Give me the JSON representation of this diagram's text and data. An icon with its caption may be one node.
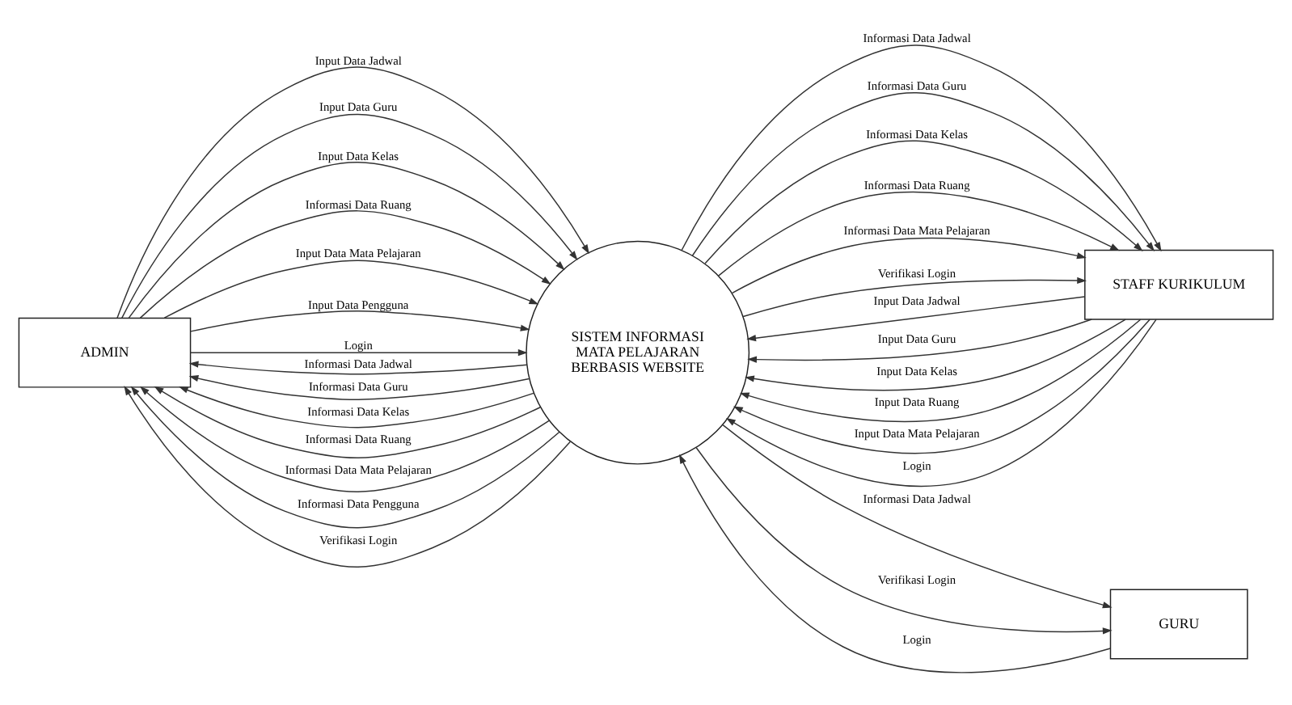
{
  "diagram": {
    "nodes": [
      {
        "text": [
          "ADMIN"
        ]
      },
      {
        "text": [
          "SISTEM INFORMASI MATA PELAJARAN BERBASIS WEBSITE"
        ]
      },
      {
        "text": [
          "STAFF KURIKULUM"
        ]
      },
      {
        "text": [
          "GURU"
        ]
      }
    ],
    "edges": [
      {
        "from": 0,
        "to": 1,
        "arrow": "to",
        "label": "Input Data Jadwal"
      },
      {
        "from": 0,
        "to": 1,
        "arrow": "to",
        "label": "Input Data Guru"
      },
      {
        "from": 0,
        "to": 1,
        "arrow": "to",
        "label": "Input Data Kelas"
      },
      {
        "from": 0,
        "to": 1,
        "arrow": "to",
        "label": "Informasi Data Ruang"
      },
      {
        "from": 0,
        "to": 1,
        "arrow": "to",
        "label": "Input Data Mata Pelajaran"
      },
      {
        "from": 0,
        "to": 1,
        "arrow": "to",
        "label": "Input Data Pengguna"
      },
      {
        "from": 0,
        "to": 1,
        "arrow": "to",
        "label": "Login"
      },
      {
        "from": 1,
        "to": 0,
        "arrow": "to",
        "label": "Informasi Data Jadwal"
      },
      {
        "from": 1,
        "to": 0,
        "arrow": "to",
        "label": "Informasi Data Guru"
      },
      {
        "from": 1,
        "to": 0,
        "arrow": "to",
        "label": "Informasi Data Kelas"
      },
      {
        "from": 1,
        "to": 0,
        "arrow": "to",
        "label": "Informasi Data Ruang"
      },
      {
        "from": 1,
        "to": 0,
        "arrow": "to",
        "label": "Informasi Data Mata Pelajaran"
      },
      {
        "from": 1,
        "to": 0,
        "arrow": "to",
        "label": "Informasi Data Pengguna"
      },
      {
        "from": 1,
        "to": 0,
        "arrow": "to",
        "label": "Verifikasi Login"
      },
      {
        "from": 1,
        "to": 2,
        "arrow": "to",
        "label": "Informasi Data Jadwal"
      },
      {
        "from": 1,
        "to": 2,
        "arrow": "to",
        "label": "Informasi Data Guru"
      },
      {
        "from": 1,
        "to": 2,
        "arrow": "to",
        "label": "Informasi Data Kelas"
      },
      {
        "from": 1,
        "to": 2,
        "arrow": "to",
        "label": "Informasi Data Ruang"
      },
      {
        "from": 1,
        "to": 2,
        "arrow": "to",
        "label": "Informasi Data Mata Pelajaran"
      },
      {
        "from": 1,
        "to": 2,
        "arrow": "to",
        "label": "Verifikasi Login"
      },
      {
        "from": 2,
        "to": 1,
        "arrow": "to",
        "label": "Input Data Jadwal"
      },
      {
        "from": 2,
        "to": 1,
        "arrow": "to",
        "label": "Input Data Guru"
      },
      {
        "from": 2,
        "to": 1,
        "arrow": "to",
        "label": "Input Data Kelas"
      },
      {
        "from": 2,
        "to": 1,
        "arrow": "to",
        "label": "Input Data Ruang"
      },
      {
        "from": 2,
        "to": 1,
        "arrow": "to",
        "label": "Input Data Mata Pelajaran"
      },
      {
        "from": 2,
        "to": 1,
        "arrow": "to",
        "label": "Login"
      },
      {
        "from": 1,
        "to": 3,
        "arrow": "to",
        "label": "Informasi Data Jadwal"
      },
      {
        "from": 1,
        "to": 3,
        "arrow": "to",
        "label": "Verifikasi Login"
      },
      {
        "from": 3,
        "to": 1,
        "arrow": "to",
        "label": "Login"
      }
    ]
  }
}
